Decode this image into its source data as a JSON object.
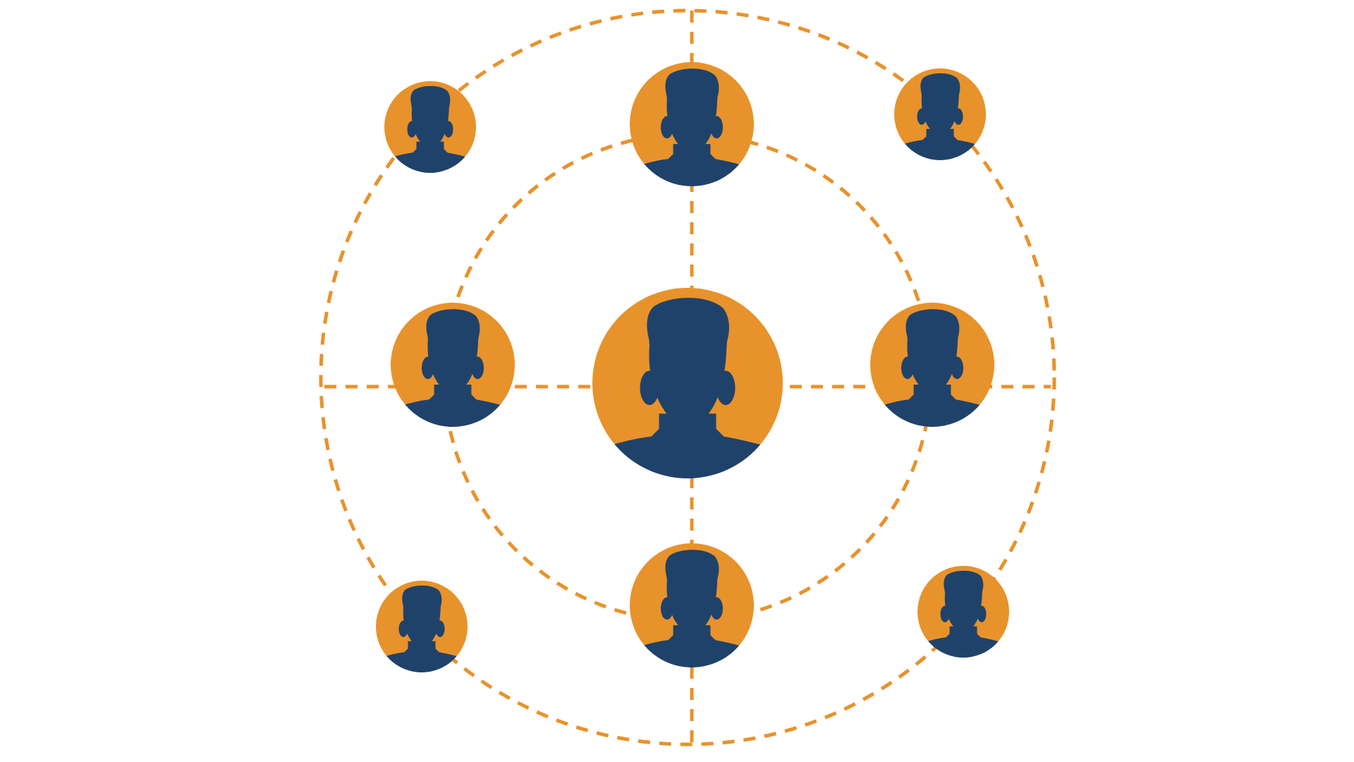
{
  "colors": {
    "background": "#ffffff",
    "accent": "#e8922b",
    "silhouette": "#1f426b"
  },
  "diagram": {
    "type": "network",
    "center_node": {
      "id": "center",
      "icon": "person-silhouette-icon"
    },
    "inner_ring_nodes": [
      {
        "id": "inner-top",
        "icon": "person-silhouette-icon"
      },
      {
        "id": "inner-left",
        "icon": "person-silhouette-icon"
      },
      {
        "id": "inner-right",
        "icon": "person-silhouette-icon"
      },
      {
        "id": "inner-bottom",
        "icon": "person-silhouette-icon"
      }
    ],
    "outer_ring_nodes": [
      {
        "id": "outer-top-left",
        "icon": "person-silhouette-icon"
      },
      {
        "id": "outer-top-right",
        "icon": "person-silhouette-icon"
      },
      {
        "id": "outer-bottom-left",
        "icon": "person-silhouette-icon"
      },
      {
        "id": "outer-bottom-right",
        "icon": "person-silhouette-icon"
      }
    ],
    "connections": [
      [
        "center",
        "inner-top"
      ],
      [
        "center",
        "inner-left"
      ],
      [
        "center",
        "inner-right"
      ],
      [
        "center",
        "inner-bottom"
      ]
    ]
  }
}
